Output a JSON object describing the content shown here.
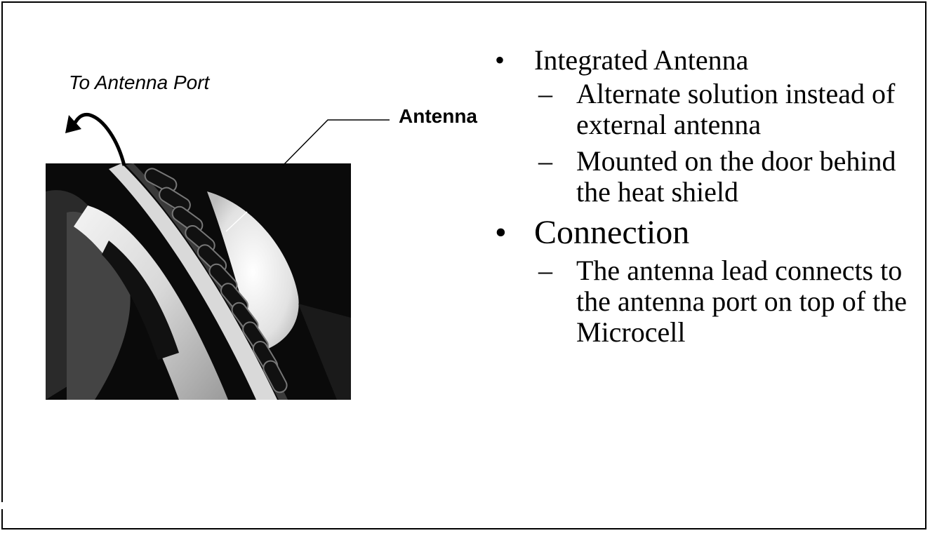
{
  "labels": {
    "to_antenna_port": "To Antenna Port",
    "antenna": "Antenna"
  },
  "photo": {
    "description_icon": "antenna-photo"
  },
  "bullets": [
    {
      "marker": "•",
      "text": "Integrated Antenna",
      "subs": [
        {
          "marker": "–",
          "text": "Alternate solution instead of external antenna"
        },
        {
          "marker": "–",
          "text": "Mounted on the door behind the heat shield"
        }
      ]
    },
    {
      "marker": "•",
      "text": "Connection",
      "subs": [
        {
          "marker": "–",
          "text": "The antenna lead connects to the antenna port on top of the Microcell"
        }
      ]
    }
  ],
  "colors": {
    "ink": "#000000",
    "paper": "#ffffff",
    "photo_dark": "#0a0a0a",
    "photo_light": "#e6e6e6"
  }
}
